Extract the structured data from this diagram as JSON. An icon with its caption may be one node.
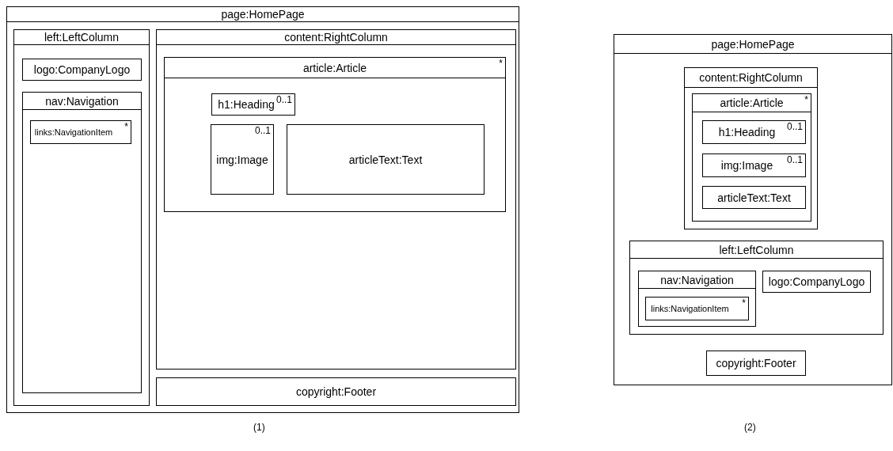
{
  "diagram": {
    "nodes": [
      {
        "text": [
          "page:HomePage"
        ]
      },
      {
        "text": [
          "left:LeftColumn"
        ],
        "in": 0
      },
      {
        "text": [
          "logo:CompanyLogo"
        ],
        "in": 1
      },
      {
        "text": [
          "nav:Navigation"
        ],
        "in": 1
      },
      {
        "text": [
          "links:NavigationItem",
          "*"
        ],
        "in": 3
      },
      {
        "text": [
          "content:RightColumn"
        ],
        "in": 0
      },
      {
        "text": [
          "article:Article",
          "*"
        ],
        "in": 5
      },
      {
        "text": [
          "h1:Heading",
          "0..1"
        ],
        "in": 6
      },
      {
        "text": [
          "0..1",
          "img:Image"
        ],
        "in": 6
      },
      {
        "text": [
          "articleText:Text"
        ],
        "in": 6
      },
      {
        "text": [
          "copyright:Footer"
        ],
        "in": 0
      },
      {
        "text": [
          "page:HomePage"
        ]
      },
      {
        "text": [
          "content:RightColumn"
        ],
        "in": 11
      },
      {
        "text": [
          "article:Article",
          "*"
        ],
        "in": 12
      },
      {
        "text": [
          "h1:Heading",
          "0..1"
        ],
        "in": 13
      },
      {
        "text": [
          "img:Image",
          "0..1"
        ],
        "in": 13
      },
      {
        "text": [
          "articleText:Text"
        ],
        "in": 13
      },
      {
        "text": [
          "left:LeftColumn"
        ],
        "in": 11
      },
      {
        "text": [
          "nav:Navigation"
        ],
        "in": 17
      },
      {
        "text": [
          "links:NavigationItem",
          "*"
        ],
        "in": 18
      },
      {
        "text": [
          "logo:CompanyLogo"
        ],
        "in": 17
      },
      {
        "text": [
          "copyright:Footer"
        ],
        "in": 11
      }
    ],
    "edges": [],
    "labels": [
      "(1)",
      "(2)"
    ]
  }
}
